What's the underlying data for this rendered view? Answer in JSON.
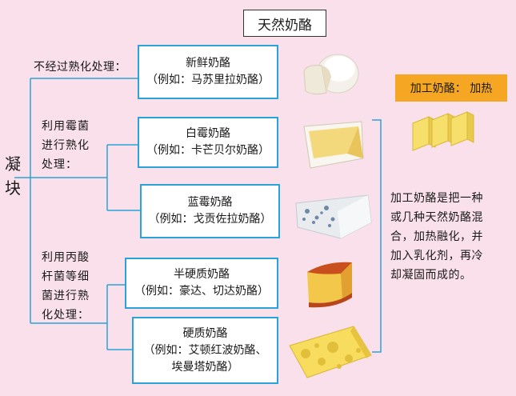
{
  "title": "天然奶酪",
  "root_label": [
    "凝",
    "块"
  ],
  "branches": [
    {
      "label_lines": [
        "不经过熟化处理："
      ]
    },
    {
      "label_lines": [
        "利用霉菌",
        "进行熟化",
        "处理："
      ]
    },
    {
      "label_lines": [
        "利用丙酸",
        "杆菌等细",
        "菌进行熟",
        "化处理："
      ]
    }
  ],
  "cheeses": [
    {
      "name": "新鲜奶酪",
      "example": "（例如：马苏里拉奶酪）",
      "icon": "fresh-cheese-icon"
    },
    {
      "name": "白霉奶酪",
      "example": "（例如：卡芒贝尔奶酪）",
      "icon": "white-mold-cheese-icon"
    },
    {
      "name": "蓝霉奶酪",
      "example": "（例如：戈贡佐拉奶酪）",
      "icon": "blue-mold-cheese-icon"
    },
    {
      "name": "半硬质奶酪",
      "example": "（例如：豪达、切达奶酪）",
      "icon": "semi-hard-cheese-icon"
    },
    {
      "name": "硬质奶酪",
      "example_lines": [
        "（例如：艾顿红波奶酪、",
        "埃曼塔奶酪）"
      ],
      "icon": "hard-cheese-icon"
    }
  ],
  "processed": {
    "label": "加工奶酪：  加热",
    "icon": "processed-cheese-icon",
    "description_lines": [
      "加工奶酪是把一种",
      "或几种天然奶酪混",
      "合，加热融化，并",
      "加入乳化剂，再冷",
      "却凝固而成的。"
    ]
  },
  "colors": {
    "background": "#f9e0ea",
    "box_border": "#2aa3d8",
    "line": "#2aa3d8",
    "accent": "#f5a623"
  }
}
